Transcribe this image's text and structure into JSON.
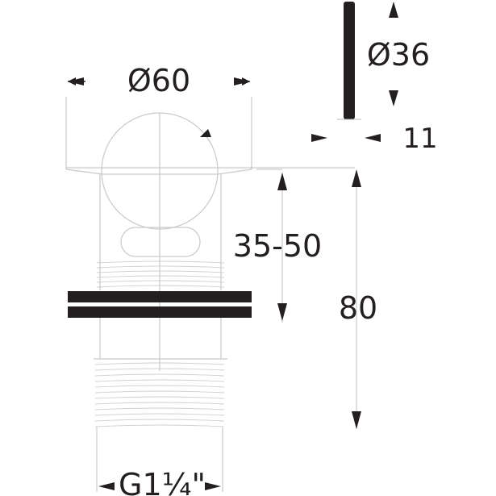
{
  "dimensions": {
    "flange_diameter": "Ø60",
    "plug_diameter": "Ø36",
    "plug_thickness": "11",
    "adjust_range": "35-50",
    "total_height": "80",
    "thread_size": "G1¼\""
  },
  "colors": {
    "ink": "#231f20",
    "outline": "#c9c9c9",
    "background": "#ffffff"
  }
}
